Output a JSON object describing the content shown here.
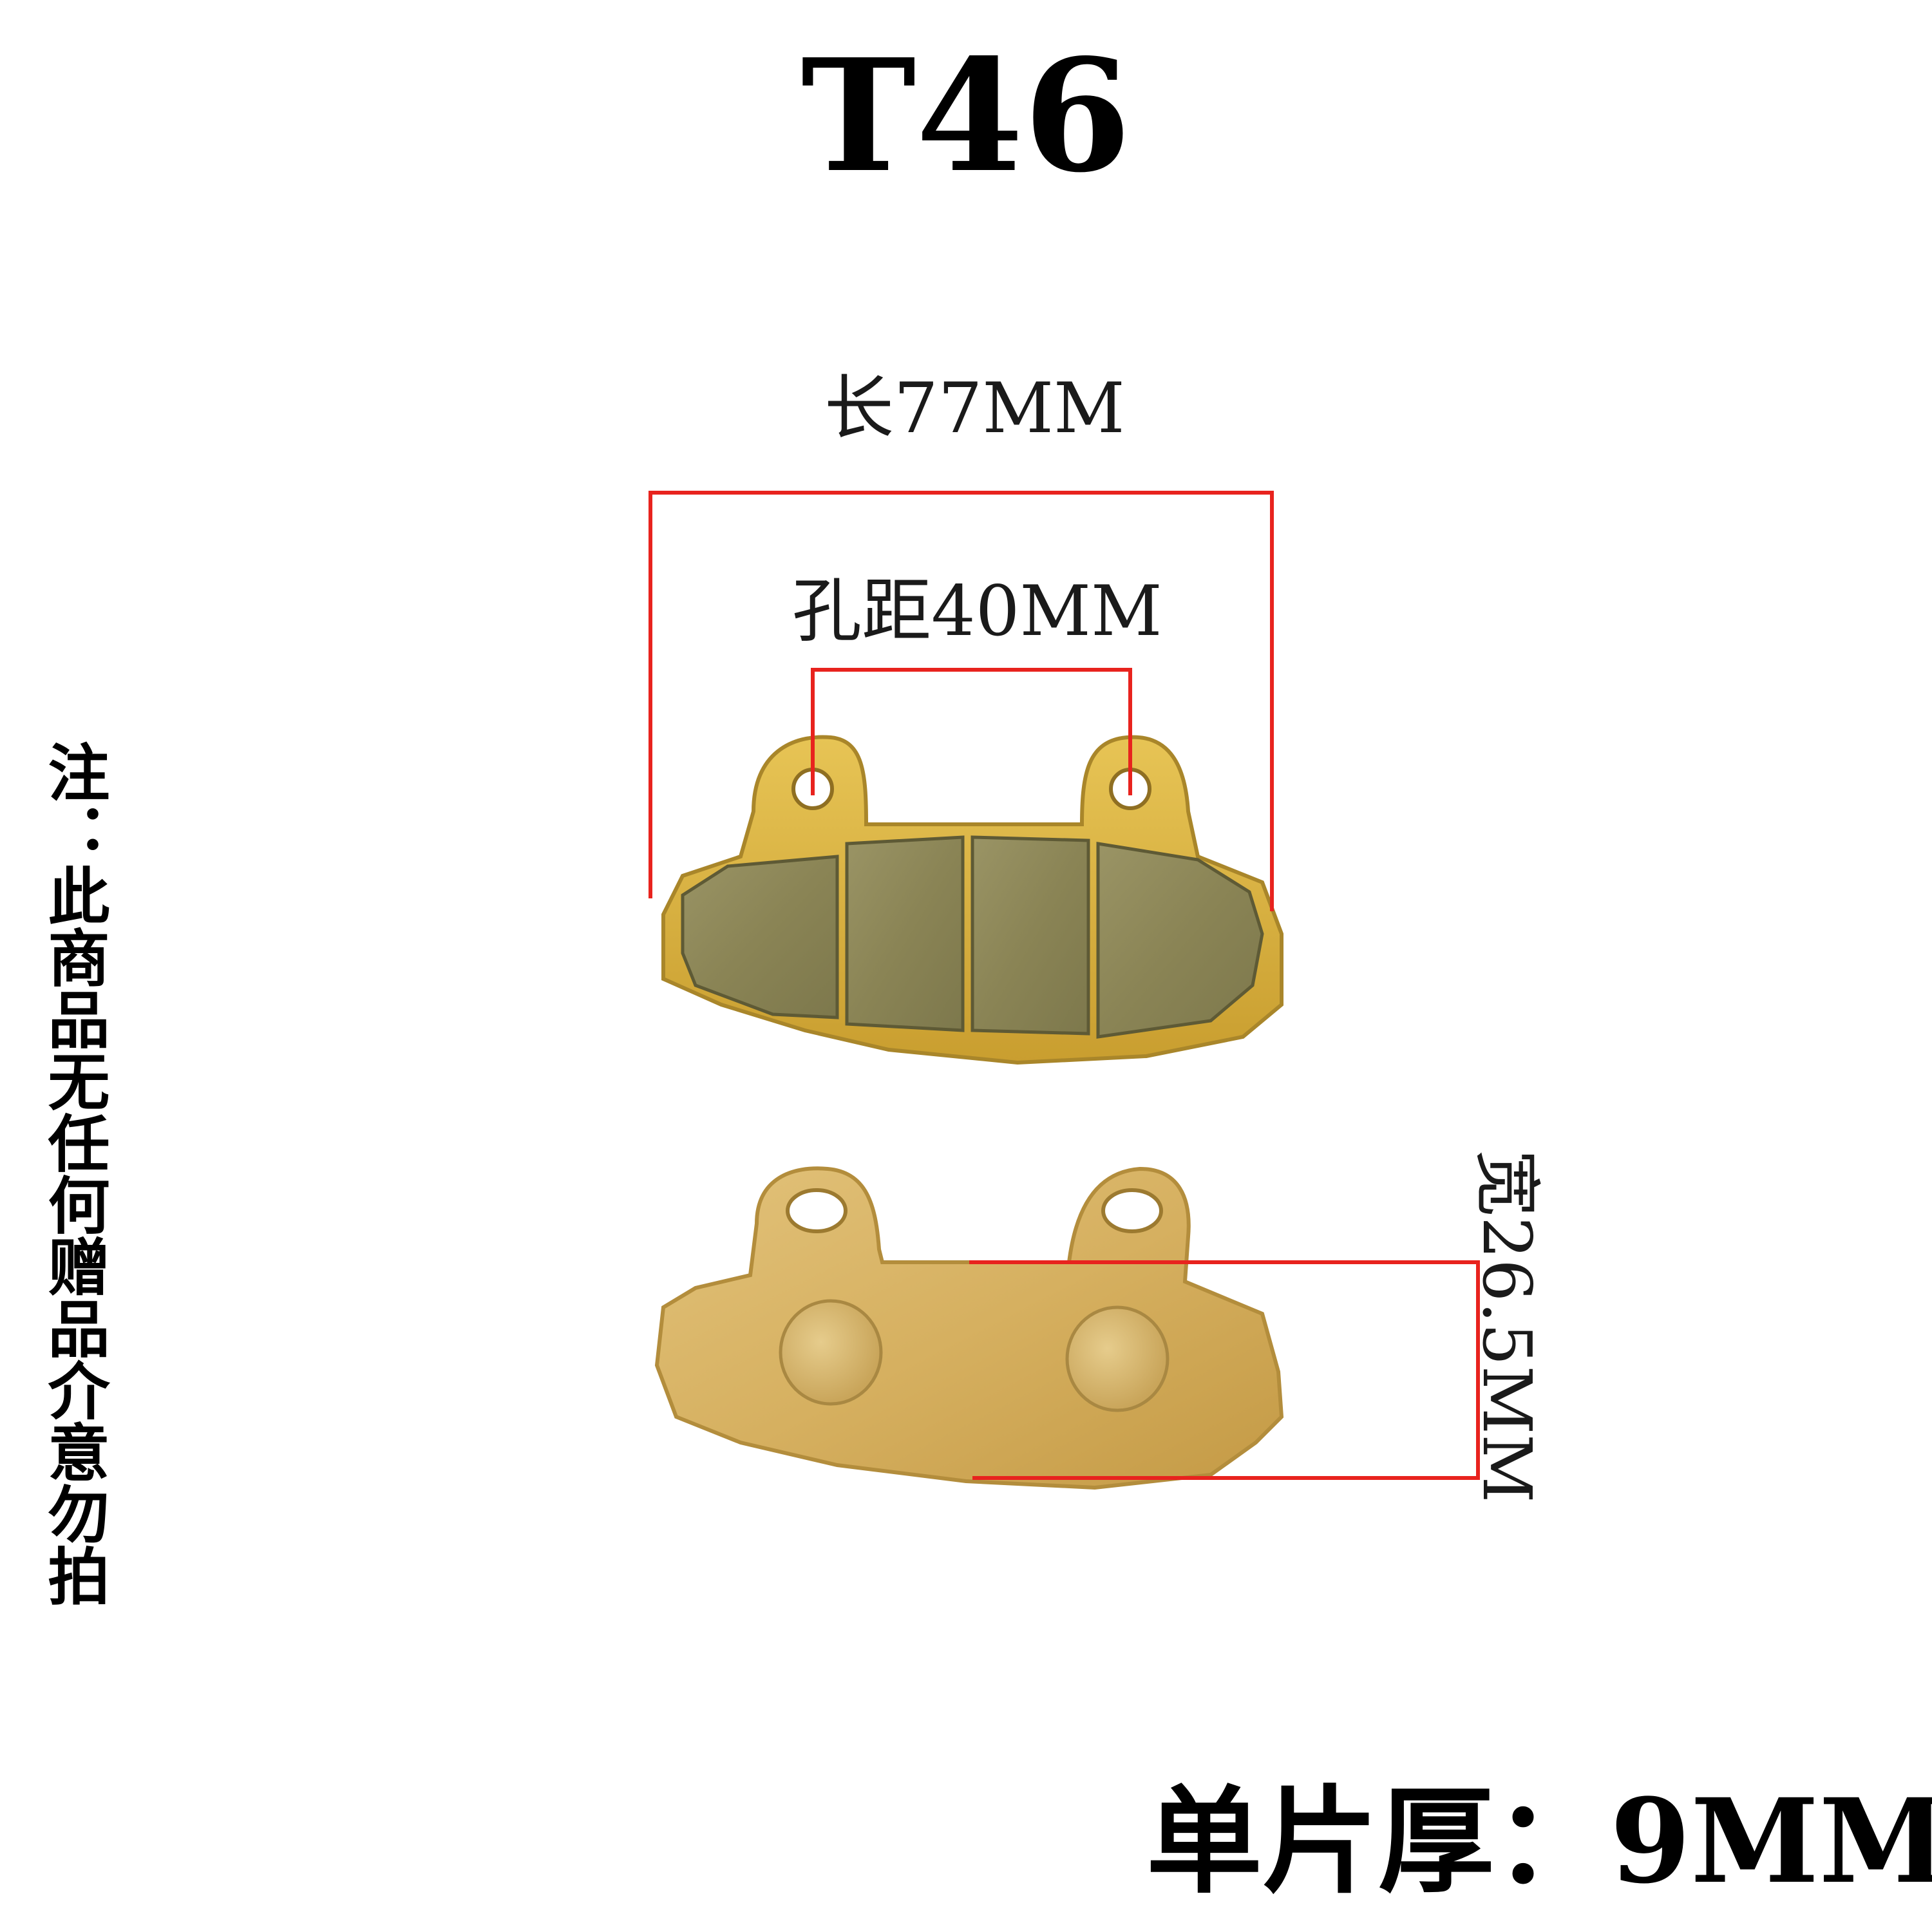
{
  "title": "T46",
  "dimensions": {
    "length": "长77MM",
    "hole_spacing": "孔距40MM",
    "width": "宽26.5MM",
    "thickness": "单片厚：9MM"
  },
  "side_note": "注：此商品无任何赠品介意勿拍",
  "colors": {
    "pad_gold": "#d9b44a",
    "pad_gold_dark": "#b8922e",
    "friction_material": "#8f8a5a",
    "measure_line": "#e8231e",
    "text": "#000000"
  }
}
